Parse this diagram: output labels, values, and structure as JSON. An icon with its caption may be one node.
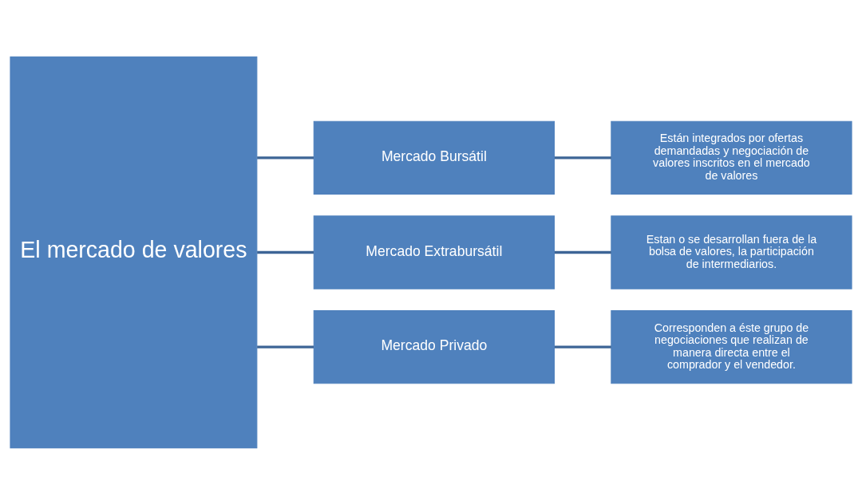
{
  "diagram": {
    "nodes": [
      {
        "text": [
          "El mercado de valores"
        ]
      },
      {
        "text": [
          "Mercado Bursátil"
        ]
      },
      {
        "text": [
          "Mercado Extrabursátil"
        ]
      },
      {
        "text": [
          "Mercado Privado"
        ]
      },
      {
        "text": [
          "Están integrados por ofertas demandadas y negociación de valores inscritos en el mercado de valores"
        ]
      },
      {
        "text": [
          "Estan o se desarrollan fuera de la bolsa de valores, la participación de intermediarios."
        ]
      },
      {
        "text": [
          "Corresponden a éste grupo de negociaciones que realizan de manera directa entre el comprador y el vendedor."
        ]
      }
    ],
    "edges": [
      {
        "from": 0,
        "to": 1,
        "arrow": "none"
      },
      {
        "from": 0,
        "to": 2,
        "arrow": "none"
      },
      {
        "from": 0,
        "to": 3,
        "arrow": "none"
      },
      {
        "from": 1,
        "to": 4,
        "arrow": "none"
      },
      {
        "from": 2,
        "to": 5,
        "arrow": "none"
      },
      {
        "from": 3,
        "to": 6,
        "arrow": "none"
      }
    ]
  }
}
